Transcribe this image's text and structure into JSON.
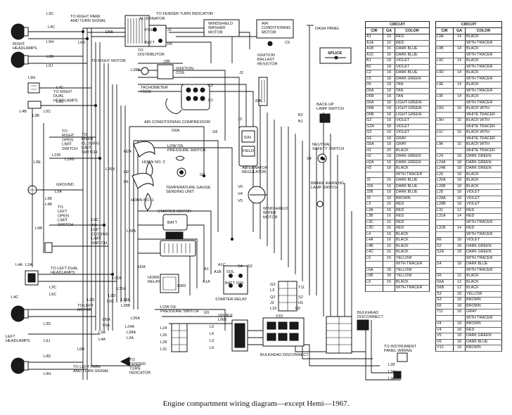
{
  "caption": "Engine compartment wiring diagram—except Hemi—1967.",
  "labels": {
    "l3c": "L3C",
    "l4c_tl": "L4C",
    "right_headlamps": "RIGHT\nHEADLAMPS",
    "l3d": "L3D",
    "l9h": "L9H",
    "l9j": "L9J",
    "l9h_b": "L9H",
    "l4c_mid": "L4C",
    "l3c_mid": "L3C",
    "to_right_dual_headlamps": "TO RIGHT\nDUAL\nHEADLAMPS",
    "l4b": "L4B",
    "l3b": "L3B",
    "l5c": "L5C",
    "to_right_park": "TO RIGHT PARK\nAND TURN SIGNAL",
    "l6b": "L6B",
    "d5b": "D5B",
    "alternator": "ALTERNATOR",
    "to_fender_turn_indicator": "TO FENDER TURN INDICATOR",
    "field": "FIELD",
    "j2": "J2",
    "batt": "BATT",
    "r6": "R6",
    "windshield_washer_motor": "WINDSHIELD\nWASHER\nMOTOR",
    "air_conditioning_motor": "AIR\nCONDITIONING\nMOTOR",
    "c5": "C5",
    "dash_panel": "DASH PANEL",
    "splice": "SPLICE",
    "to_right_motor": "TO RIGHT MOTOR",
    "to_distributor": "TO\nDISTRIBUTOR",
    "j2b": "J2B",
    "ignition_coil": "IGNITION\nCOIL",
    "l28b": "L28B",
    "ignition_ballast_resistor": "IGNITION\nBALLAST\nRESISTOR",
    "j2_b": "J2",
    "tachometer_feed": "TACHOMETER\nFEED",
    "c2": "C2",
    "c1": "C1",
    "back_up_lamp_switch": "BACK-UP\nLAMP SWITCH",
    "j2a": "J2A",
    "b2": "B2",
    "b1": "B1",
    "to_right_open_limit_switch": "TO\nRIGHT\nOPEN\nLIMIT\nSWITCH",
    "to_right_closing_limit_switch": "TO\nRIGHT\nCLOSING\nLIMIT\nSWITCH",
    "l19f": "L19F",
    "l19g": "L19G",
    "l9e": "L9E",
    "l26b": "L26B",
    "air_conditioning_compressor": "AIR CONDITIONING COMPRESSOR",
    "g6a": "G6A",
    "g6": "G6",
    "j3": "J3",
    "ign": "IGN",
    "field_reg": "FIELD",
    "alternator_regulator": "ALTERNATOR\nREGULATOR",
    "neutral_safety_switch": "NEUTRAL\nSAFETY SWITCH",
    "s4": "S4",
    "h2a": "H2A",
    "horn_no_2": "HORN NO. 2",
    "low_oil_pressure_switch": "LOW OIL\nPRESSURE SWITCH",
    "h2": "H2",
    "h1": "H1",
    "horn_no_1": "HORN NO. 1",
    "temperature_gauge": "TEMPERATURE GAUGE\nSENDING UNIT",
    "g2": "G2",
    "v6": "V6",
    "v4": "V4",
    "v5": "V5",
    "windshield_wiper_motor": "WINDSHIELD\nWIPER\nMOTOR",
    "brake_warning_lamp_switch": "BRAKE WARNING\nLAMP SWITCH",
    "ground": "GROUND",
    "l9a": "L9A",
    "l3b_2": "L3B",
    "l4b_2": "L4B",
    "starter_motor": "STARTER MOTOR",
    "batt_s": "BATT",
    "sol": "SOL",
    "to_left_open_limit_switch": "TO\nLEFT\nOPEN\nLIMIT\nSWITCH",
    "l9b": "L9B",
    "l9c": "L9C",
    "to_left_closing_limit_switch": "TO\nLEFT\nCLOSING\nLIMIT\nSWITCH",
    "l26a": "L26A",
    "l4a": "L4A",
    "l3a": "L3A",
    "to_left_dual_headlamps": "TO LEFT DUAL\nHEADLAMPS",
    "l4c_l": "L4C",
    "l3c_l": "L3C",
    "l5c_l": "L5C",
    "l31b": "L31B",
    "l31a": "L31A",
    "h2a_2": "H2A",
    "horn_relay": "HORN\nRELAY",
    "a1": "A1",
    "a1c": "A1C",
    "a1b": "A1B",
    "sol_r": "SOL",
    "batt_r": "BATT",
    "ign_r": "IGN",
    "s4_r": "S4",
    "s2": "S2",
    "starter_relay": "STARTER RELAY",
    "grd": "GRD",
    "a1a": "A1A",
    "g3": "G3",
    "l3": "L3",
    "q2": "Q2",
    "j2_r": "J2",
    "l16": "L16",
    "n2": "N2",
    "t11": "T11",
    "s2_b": "S2",
    "h1_r": "H1",
    "l9d": "L9D",
    "to_left_motor": "TO LEFT\nMOTOR",
    "l5c_b": "L5C",
    "l9d_b": "L9D",
    "l28a": "L28A",
    "l28b_b": "L28B",
    "bulkhead_disconnect": "BULKHEAD\nDISCONNECT",
    "low_oil_pressure_switch_2": "LOW OIL\nPRESSURE SWITCH",
    "g5": "G5",
    "v10": "V10",
    "d5a": "D5A",
    "l6a": "L6A",
    "l26a_b": "L26A",
    "l28a_b": "L28A",
    "l3a_b": "L3A",
    "l24a": "L24A",
    "l2a": "L2A",
    "l4a_b": "L4A",
    "l6r": "L6R",
    "l24": "L24",
    "l26": "L26",
    "l28": "L28",
    "l31": "L31",
    "visible_link": "VISIBLE\nLINK",
    "l5": "L5",
    "l6": "L6",
    "l3_b": "L3",
    "l6_b": "L6",
    "left_headlamps": "LEFT\nHEADLAMPS",
    "l3d_l": "L3D",
    "l9j_l": "L9J",
    "l4d": "L4D",
    "l9h_l": "L9H",
    "to_left_park": "TO LEFT PARK\nAND TURN SIGNAL",
    "to_fender_turn_indicator_2": "TO\nFENDER\nTURN\nINDICATOR",
    "bulkhead_disconnect_2": "BULKHEAD DISCONNECT",
    "to_instrument_panel_wiring": "TO INSTRUMENT\nPANEL WIRING",
    "l28_b": "L28",
    "l34": "L34",
    "l36": "L36"
  },
  "circuit_tables": [
    {
      "title": "CIRCUIT",
      "headers": [
        "CIR",
        "GA",
        "COLOR"
      ],
      "rows": [
        [
          "A1",
          "10",
          "RED"
        ],
        [
          "A1A",
          "10",
          "RED"
        ],
        [
          "A1B",
          "16",
          "DARK BLUE"
        ],
        [
          "A1C",
          "16",
          "DARK BLUE"
        ],
        [
          "B1",
          "18",
          "VIOLET"
        ],
        [
          "B2",
          "18",
          "VIOLET"
        ],
        [
          "C2",
          "18",
          "DARK BLUE"
        ],
        [
          "C5",
          "18",
          "DARK GREEN"
        ],
        [
          "D5",
          "18",
          "TAN"
        ],
        [
          "D5A",
          "18",
          "TAN"
        ],
        [
          "D5B",
          "18",
          "TAN"
        ],
        [
          "D6A",
          "18",
          "LIGHT GREEN"
        ],
        [
          "D6B",
          "18",
          "LIGHT GREEN"
        ],
        [
          "D6B",
          "18",
          "LIGHT GREEN"
        ],
        [
          "G2",
          "18",
          "VIOLET"
        ],
        [
          "G2A",
          "18",
          "VIOLET"
        ],
        [
          "G3",
          "18",
          "VIOLET"
        ],
        [
          "G6",
          "18",
          "GRAY"
        ],
        [
          "G6A",
          "18",
          "GRAY"
        ],
        [
          "H1",
          "20",
          "BLACK"
        ],
        [
          "H2",
          "18",
          "DARK GREEN"
        ],
        [
          "H2A",
          "16",
          "DARK GREEN"
        ],
        [
          "H3",
          "18",
          "BLACK"
        ],
        [
          "",
          "",
          "WITH TRACER"
        ],
        [
          "J2",
          "16",
          "DARK BLUE"
        ],
        [
          "J2A",
          "16",
          "DARK BLUE"
        ],
        [
          "J2B",
          "18",
          "DARK BLUE"
        ],
        [
          "J3",
          "18",
          "BROWN"
        ],
        [
          "L3",
          "16",
          "RED"
        ],
        [
          "L3A",
          "16",
          "RED"
        ],
        [
          "L3B",
          "16",
          "RED"
        ],
        [
          "L3C",
          "16",
          "RED"
        ],
        [
          "L3D",
          "16",
          "RED"
        ],
        [
          "L4",
          "16",
          "BLACK"
        ],
        [
          "L4A",
          "16",
          "BLACK"
        ],
        [
          "L4B",
          "16",
          "BLACK"
        ],
        [
          "L4C",
          "16",
          "BLACK"
        ],
        [
          "L6",
          "16",
          "YELLOW"
        ],
        [
          "",
          "",
          "WITH TRACER"
        ],
        [
          "L6A",
          "18",
          "YELLOW"
        ],
        [
          "L6B",
          "18",
          "YELLOW"
        ],
        [
          "L9",
          "16",
          "BLACK"
        ],
        [
          "",
          "",
          "WITH TRACER"
        ]
      ]
    },
    {
      "title": "CIRCUIT",
      "headers": [
        "CIR",
        "GA",
        "COLOR"
      ],
      "rows": [
        [
          "L9A",
          "14",
          "BLACK"
        ],
        [
          "",
          "",
          "WITH TRACER"
        ],
        [
          "L9B",
          "14",
          "BLACK"
        ],
        [
          "",
          "",
          "WITH TRACER"
        ],
        [
          "L9C",
          "14",
          "BLACK"
        ],
        [
          "",
          "",
          "WITH TRACER"
        ],
        [
          "L9D",
          "14",
          "BLACK"
        ],
        [
          "",
          "",
          "WITH TRACER"
        ],
        [
          "L9E",
          "14",
          "BLACK"
        ],
        [
          "",
          "",
          "WITH TRACER"
        ],
        [
          "L9F",
          "14",
          "BLACK"
        ],
        [
          "",
          "",
          "WITH TRACER"
        ],
        [
          "L9G",
          "16",
          "BLACK WITH"
        ],
        [
          "",
          "",
          "WHITE TRACER"
        ],
        [
          "L9H",
          "16",
          "BLACK WITH"
        ],
        [
          "",
          "",
          "WHITE TRACER"
        ],
        [
          "L9J",
          "16",
          "BLACK WITH"
        ],
        [
          "",
          "",
          "WHITE TRACER"
        ],
        [
          "L9K",
          "16",
          "BLACK WITH"
        ],
        [
          "",
          "",
          "WHITE TRACER"
        ],
        [
          "L24",
          "18",
          "DARK GREEN"
        ],
        [
          "L24A",
          "18",
          "DARK GREEN"
        ],
        [
          "L24B",
          "18",
          "DARK GREEN"
        ],
        [
          "L26",
          "18",
          "BLACK"
        ],
        [
          "L26A",
          "18",
          "BLACK"
        ],
        [
          "L26B",
          "18",
          "BLACK"
        ],
        [
          "L28",
          "18",
          "VIOLET"
        ],
        [
          "L28A",
          "18",
          "VIOLET"
        ],
        [
          "L28B",
          "18",
          "VIOLET"
        ],
        [
          "L31",
          "12",
          "RED"
        ],
        [
          "L31A",
          "14",
          "RED"
        ],
        [
          "",
          "",
          "WITH TRACER"
        ],
        [
          "L31B",
          "14",
          "RED"
        ],
        [
          "",
          "",
          "WITH TRACER"
        ],
        [
          "R6",
          "18",
          "VIOLET"
        ],
        [
          "S2",
          "18",
          "DARK GREEN"
        ],
        [
          "S2A",
          "18",
          "DARK GREEN"
        ],
        [
          "",
          "",
          "WITH TRACER"
        ],
        [
          "S4",
          "18",
          "DARK BLUE"
        ],
        [
          "",
          "",
          "WITH TRACER"
        ],
        [
          "S6",
          "12",
          "BLACK"
        ],
        [
          "S6A",
          "12",
          "BLACK"
        ],
        [
          "S6B",
          "12",
          "BLACK"
        ],
        [
          "S3",
          "18",
          "YELLOW"
        ],
        [
          "S3",
          "18",
          "BROWN"
        ],
        [
          "S5",
          "18",
          "BROWN"
        ],
        [
          "T11",
          "18",
          "GRAY"
        ],
        [
          "",
          "",
          "WITH TRACER"
        ],
        [
          "V4",
          "18",
          "BROWN"
        ],
        [
          "V4",
          "18",
          "RED"
        ],
        [
          "V5",
          "18",
          "DARK GREEN"
        ],
        [
          "V6",
          "18",
          "DARK BLUE"
        ],
        [
          "V10",
          "18",
          "BROWN"
        ]
      ]
    }
  ]
}
